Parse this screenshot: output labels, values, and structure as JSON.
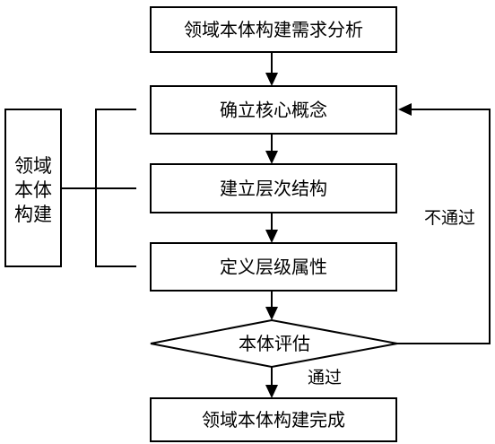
{
  "nodes": {
    "requirements": "领域本体构建需求分析",
    "core_concepts": "确立核心概念",
    "hierarchy": "建立层次结构",
    "attributes": "定义层级属性",
    "evaluation": "本体评估",
    "complete": "领域本体构建完成"
  },
  "side_box": {
    "line1": "领域",
    "line2": "本体",
    "line3": "构建"
  },
  "edges": {
    "pass": "通过",
    "fail": "不通过"
  }
}
